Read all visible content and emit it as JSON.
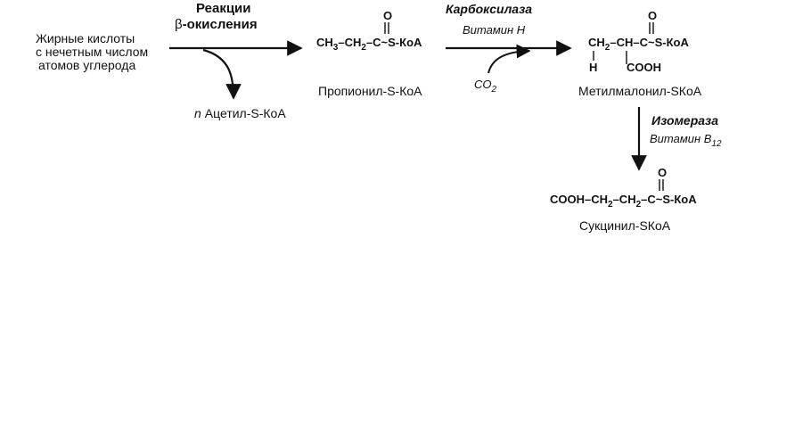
{
  "start": {
    "line1": "Жирные кислоты",
    "line2": "с нечетным числом",
    "line3": "атомов углерода"
  },
  "step1": {
    "label_line1": "Реакции",
    "label_beta": "β",
    "label_line2": "-окисления",
    "byproduct_n": "n",
    "byproduct": "Ацетил-S-КоА"
  },
  "propionyl": {
    "formula_ch3": "CH",
    "sub3": "3",
    "dash1": "–CH",
    "sub2": "2",
    "carbonyl_c": "–C",
    "tail": "~S-КоА",
    "oxygen": "O",
    "name": "Пропионил-S-КоА"
  },
  "step2": {
    "enzyme": "Карбоксилаза",
    "vitamin": "Витамин Н",
    "co2": "CO",
    "co2_sub": "2"
  },
  "methylmalonyl": {
    "ch": "CH",
    "sub2": "2",
    "mid": "–CH–",
    "carbonyl_c": "C",
    "tail": "~S-КоА",
    "oxygen": "O",
    "h": "H",
    "cooh": "COOH",
    "name": "Метилмалонил-SКоА"
  },
  "step3": {
    "enzyme": "Изомераза",
    "vitamin": "Витамин В",
    "vitamin_sub": "12"
  },
  "succinyl": {
    "p1": "COOH–CH",
    "sub_a": "2",
    "p2": "–CH",
    "sub_b": "2",
    "p3": "–C",
    "tail": "~S-КоА",
    "oxygen": "O",
    "name": "Сукцинил-SКоА"
  }
}
